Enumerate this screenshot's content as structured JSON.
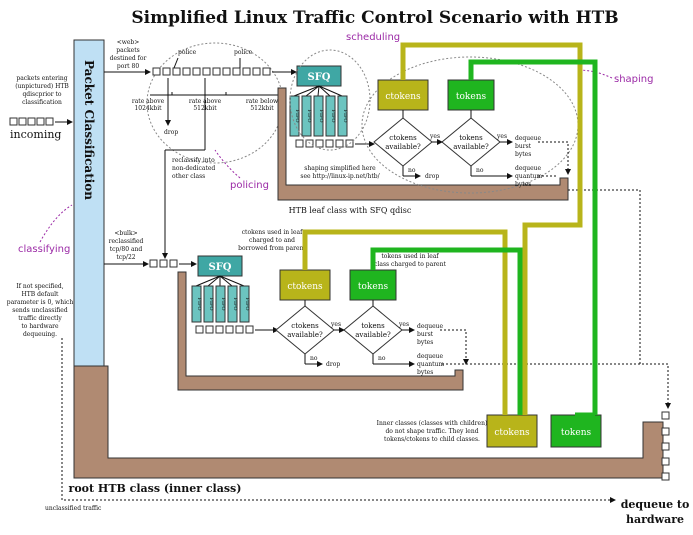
{
  "title": "Simplified Linux  Traffic Control Scenario with HTB",
  "packet_classification": "Packet Classification",
  "incoming": "incoming",
  "annotations": {
    "scheduling": "scheduling",
    "shaping": "shaping",
    "policing": "policing",
    "classifying": "classifying"
  },
  "left_notes": {
    "entering": [
      "packets entering",
      "(unpictured) HTB",
      "qdiscprior to",
      "classification"
    ],
    "default": [
      "If not specified,",
      "HTB default",
      "parameter is 0, which",
      "sends unclassified",
      "traffic directly",
      "to hardware",
      "dequeuing."
    ],
    "unclassified": "unclassified traffic"
  },
  "web": {
    "note": [
      "<web>",
      "packets",
      "destined for",
      "port 80"
    ],
    "police1": "police",
    "police2": "police",
    "drop": "drop",
    "rate_above_1024": [
      "rate above",
      "1024kbit"
    ],
    "rate_above_512": [
      "rate above",
      "512kbit"
    ],
    "rate_below_512": [
      "rate below",
      "512kbit"
    ],
    "reclassify": [
      "reclassify into",
      "non-dedicated",
      "other class"
    ]
  },
  "bulk": {
    "note": [
      "<bulk>",
      "reclassified",
      "tcp/80 and",
      "tcp/22"
    ]
  },
  "leaf_top": {
    "sfq": "SFQ",
    "fifo": "FIFO",
    "sfq_note": [
      "shaping simplified here",
      "see http://linux-ip.net/htb/"
    ],
    "caption": "HTB leaf class with SFQ qdisc",
    "ctokens": "ctokens",
    "tokens": "tokens",
    "ctokens_q": [
      "ctokens",
      "available?"
    ],
    "tokens_q": [
      "tokens",
      "available?"
    ],
    "yes": "yes",
    "no": "no",
    "drop": "drop",
    "deq_burst": [
      "dequeue",
      "burst",
      "bytes"
    ],
    "deq_quantum": [
      "dequeue",
      "quantum",
      "bytes"
    ]
  },
  "leaf_bottom": {
    "sfq": "SFQ",
    "fifo": "FIFO",
    "ctokens": "ctokens",
    "tokens": "tokens",
    "ctokens_note": [
      "ctokens used in leaf",
      "charged to and",
      "borrowed from parent"
    ],
    "tokens_note": [
      "tokens used in leaf",
      "class charged to parent"
    ],
    "ctokens_q": [
      "ctokens",
      "available?"
    ],
    "tokens_q": [
      "tokens",
      "available?"
    ],
    "yes": "yes",
    "no": "no",
    "drop": "drop",
    "deq_burst": [
      "dequeue",
      "burst",
      "bytes"
    ],
    "deq_quantum": [
      "dequeue",
      "quantum",
      "bytes"
    ]
  },
  "root": {
    "caption": "root HTB class (inner class)",
    "inner_note": [
      "Inner classes (classes with children)",
      "do not shape traffic.  They lend",
      "tokens/ctokens to child classes."
    ],
    "ctokens": "ctokens",
    "tokens": "tokens"
  },
  "dequeue_hw": [
    "dequeue to",
    "hardware"
  ],
  "colors": {
    "olive": "#b8b41a",
    "green": "#1fb51f",
    "brown": "#b08a72",
    "teal": "#3fa7a4",
    "blue": "#bfe0f4"
  }
}
